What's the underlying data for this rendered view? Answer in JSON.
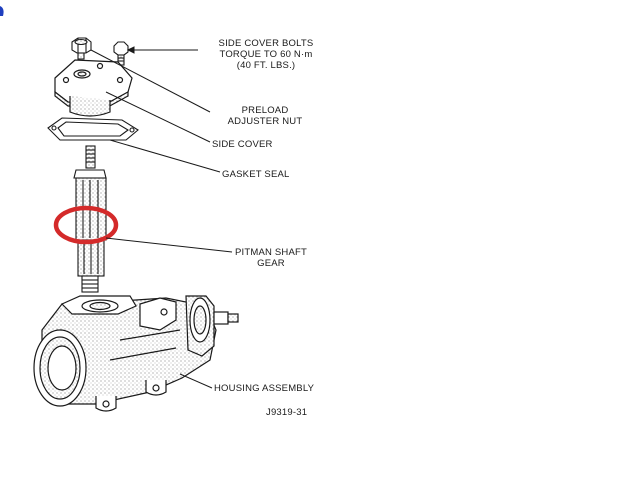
{
  "labels": {
    "side_cover_bolts": [
      "SIDE COVER BOLTS",
      "TORQUE TO 60 N·m",
      "(40 FT. LBS.)"
    ],
    "preload_adjuster_nut": [
      "PRELOAD",
      "ADJUSTER NUT"
    ],
    "side_cover": "SIDE COVER",
    "gasket_seal": "GASKET SEAL",
    "pitman_shaft_gear": [
      "PITMAN SHAFT",
      "GEAR"
    ],
    "housing_assembly": "HOUSING ASSEMBLY",
    "figure_id": "J9319-31"
  },
  "colors": {
    "line": "#1a1a1a",
    "shade": "#bfbfbf",
    "highlight_circle": "#d42a2a",
    "corner_mark": "#1f3fbf"
  }
}
